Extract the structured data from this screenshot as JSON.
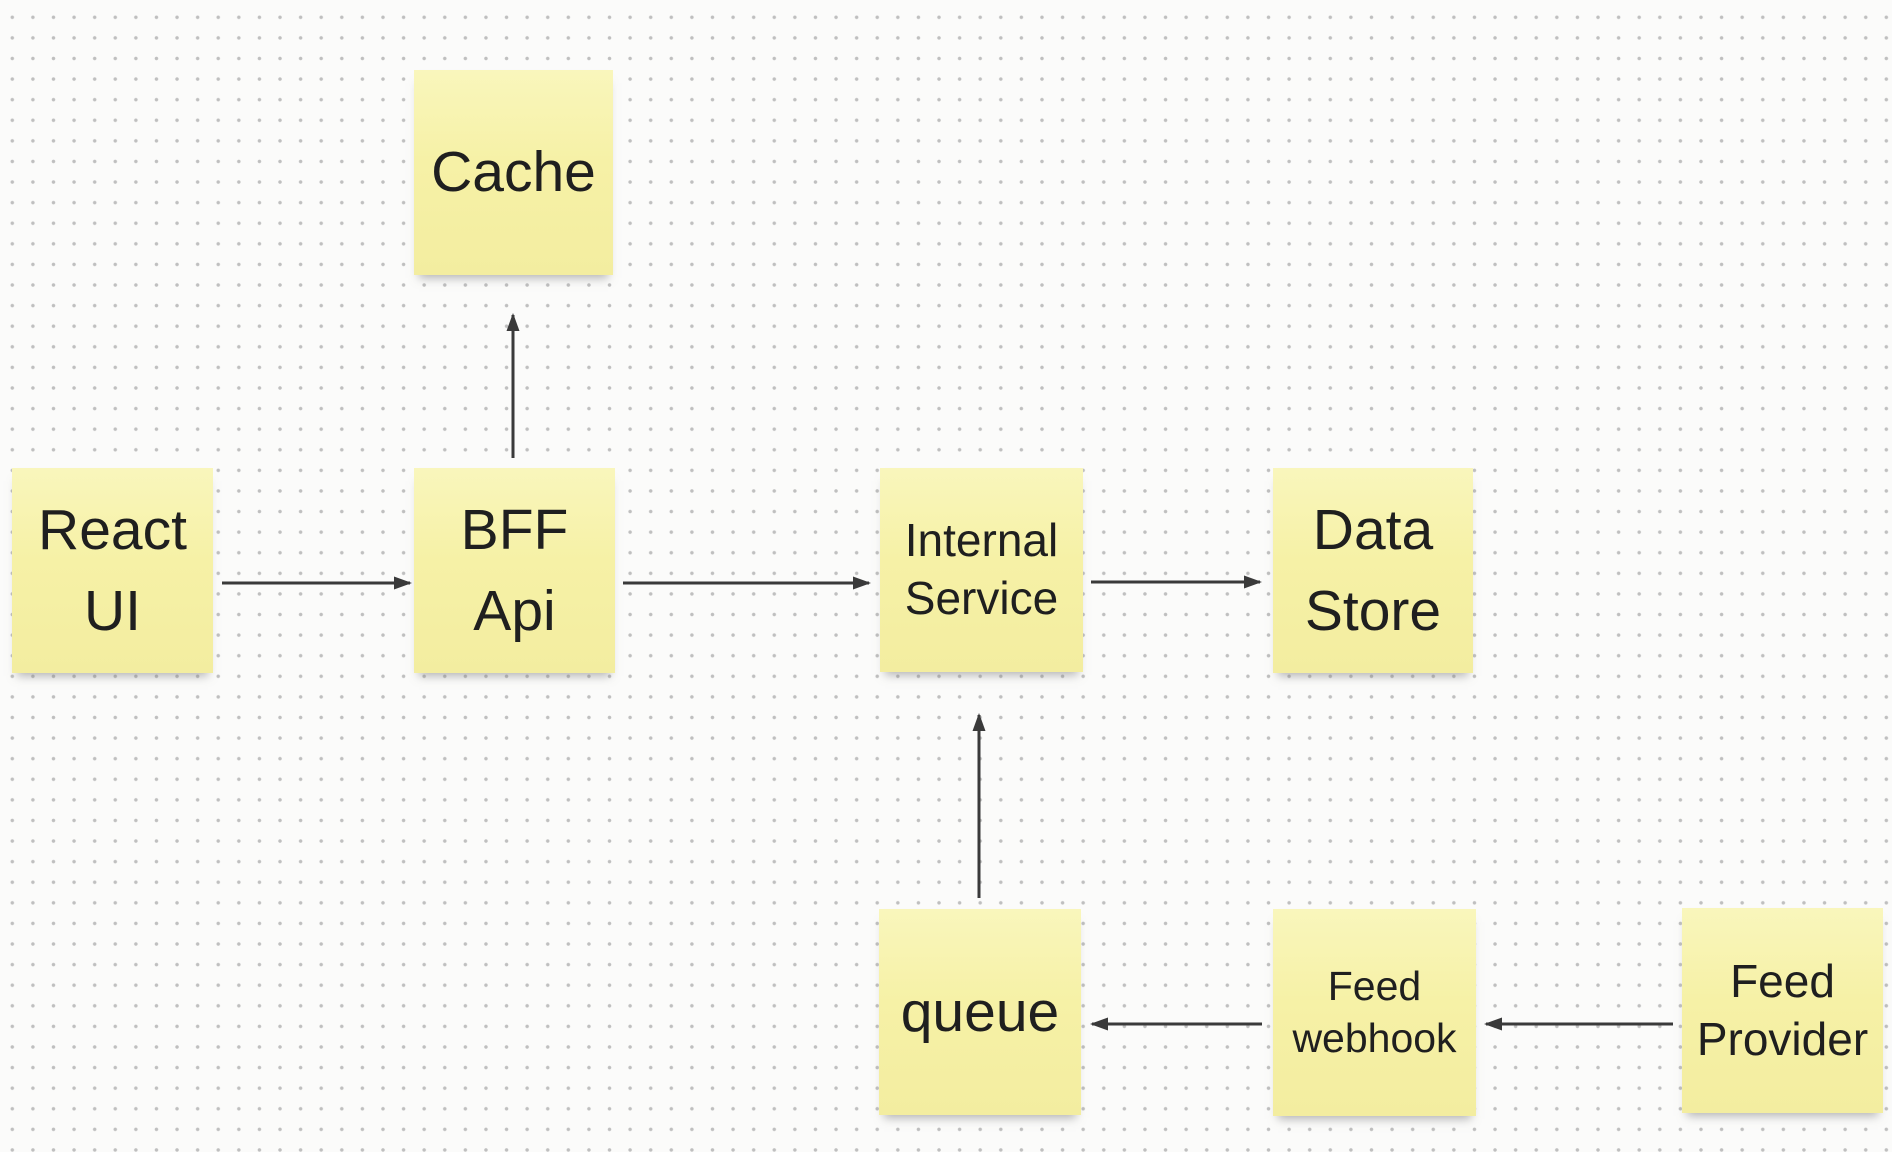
{
  "canvas": {
    "kind": "whiteboard-dot-grid",
    "background_color": "#fbfbfa",
    "dot_color": "#bfbfbf",
    "arrow_color": "#3a3a3a",
    "note_fill_top": "#f9f6bc",
    "note_fill_bottom": "#f3eda0",
    "note_text_color": "#1f1f1f"
  },
  "notes": [
    {
      "id": "cache",
      "label": "Cache"
    },
    {
      "id": "react-ui",
      "label": "React\nUI"
    },
    {
      "id": "bff-api",
      "label": "BFF\nApi"
    },
    {
      "id": "internal-service",
      "label": "Internal\nService"
    },
    {
      "id": "data-store",
      "label": "Data\nStore"
    },
    {
      "id": "queue",
      "label": "queue"
    },
    {
      "id": "feed-webhook",
      "label": "Feed\nwebhook"
    },
    {
      "id": "feed-provider",
      "label": "Feed\nProvider"
    }
  ],
  "edges": [
    {
      "from": "react-ui",
      "to": "bff-api"
    },
    {
      "from": "bff-api",
      "to": "cache"
    },
    {
      "from": "bff-api",
      "to": "internal-service"
    },
    {
      "from": "internal-service",
      "to": "data-store"
    },
    {
      "from": "queue",
      "to": "internal-service"
    },
    {
      "from": "feed-webhook",
      "to": "queue"
    },
    {
      "from": "feed-provider",
      "to": "feed-webhook"
    }
  ]
}
